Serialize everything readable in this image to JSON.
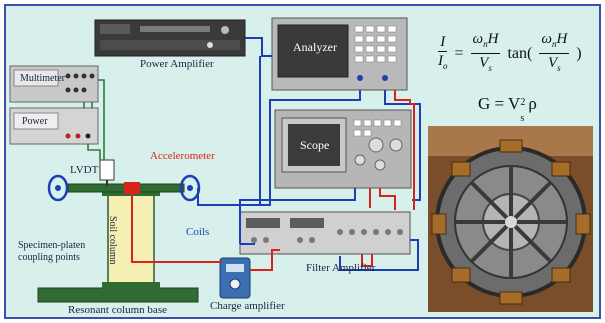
{
  "labels": {
    "power_amplifier": "Power Amplifier",
    "analyzer": "Analyzer",
    "multimeter": "Multimeter",
    "power": "Power",
    "lvdt": "LVDT",
    "accelerometer": "Accelerometer",
    "scope": "Scope",
    "coils": "Coils",
    "specimen_platen": "Specimen-platen",
    "coupling_points": "coupling points",
    "soil_column": "Soil column",
    "filter_amplifier": "Filter Amplifier",
    "resonant_base": "Resonant column base",
    "charge_amplifier": "Charge amplifier"
  },
  "equations": {
    "eq1_lhs_num": "I",
    "eq1_lhs_den": "I",
    "eq1_lhs_den_sub": "o",
    "eq1_equals": "=",
    "eq1_rhs_num": "ω",
    "eq1_rhs_num_sub": "n",
    "eq1_rhs_num_tail": "H",
    "eq1_rhs_den": "V",
    "eq1_rhs_den_sub": "s",
    "eq1_tan": "tan(",
    "eq1_close": ")",
    "eq2_prefix": "G = V",
    "eq2_sub": "s",
    "eq2_sup": "2",
    "eq2_tail": "ρ"
  },
  "colors": {
    "panel_bg": "#d8f0ec",
    "border": "#3d4fa8",
    "wire_blue": "#1c3fb8",
    "wire_red": "#d8231c",
    "wire_green": "#2d7d3a",
    "specimen": "#f6efb4",
    "base": "#2f6b33"
  }
}
